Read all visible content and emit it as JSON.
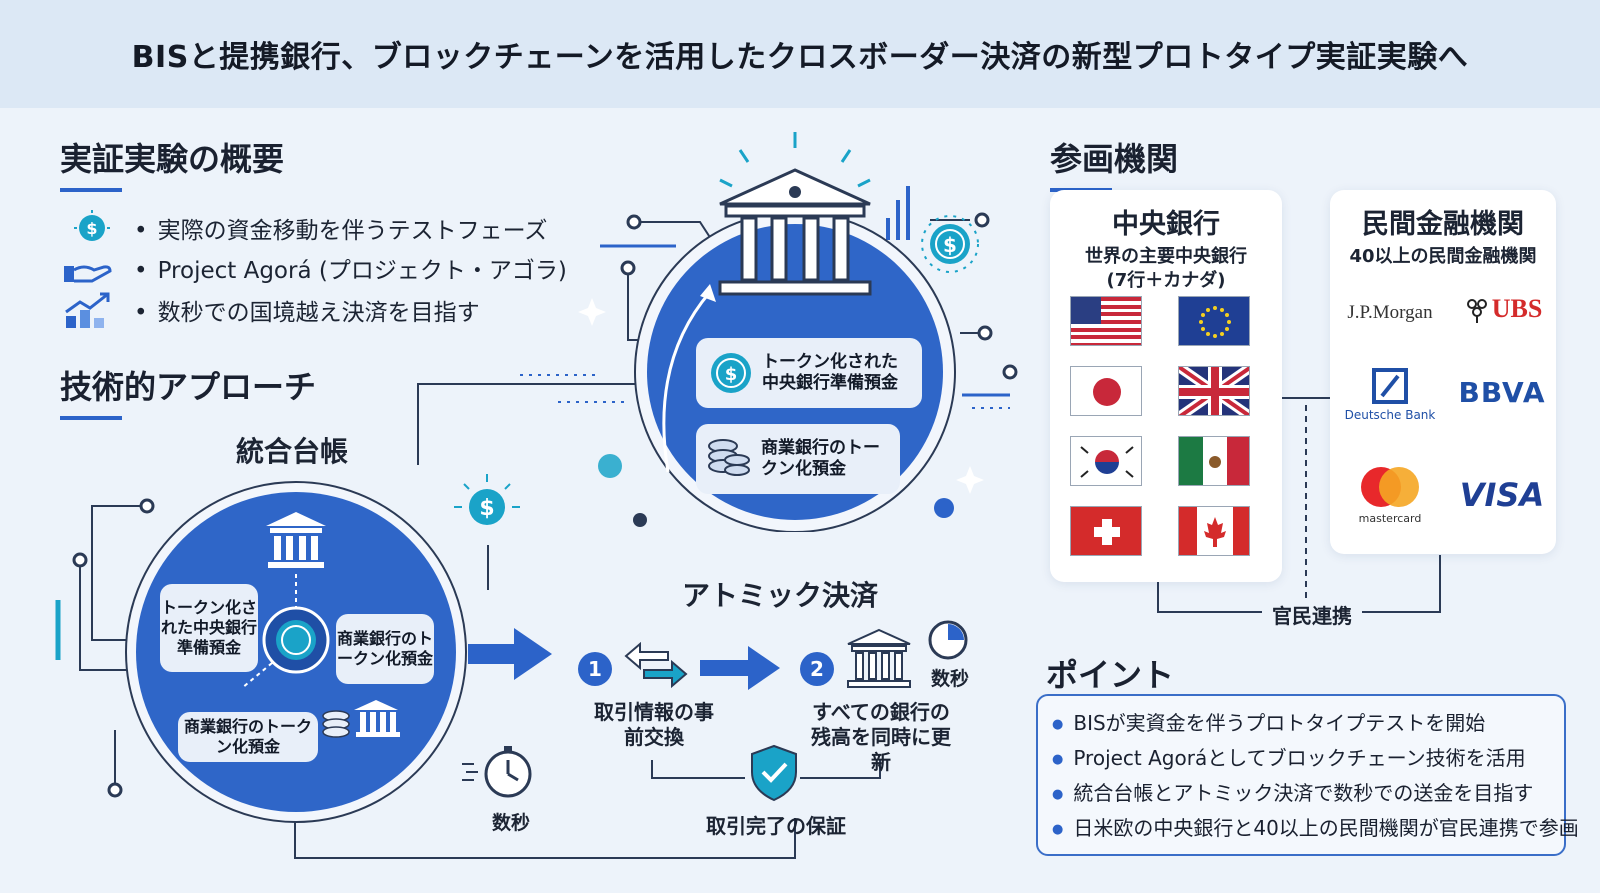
{
  "title": "BISと提携銀行、ブロックチェーンを活用したクロスボーダー決済の新型プロトタイプ実証実験へ",
  "overview": {
    "heading": "実証実験の概要",
    "items": [
      {
        "icon": "dollar-coin-hand-icon",
        "text": "実際の資金移動を伴うテストフェーズ"
      },
      {
        "icon": "hand-icon",
        "text": "Project Agorá (プロジェクト・アゴラ)"
      },
      {
        "icon": "rising-chart-icon",
        "text": "数秒での国境越え決済を目指す"
      }
    ]
  },
  "tech": {
    "heading": "技術的アプローチ",
    "ledger_label": "統合台帳",
    "ledger_items": {
      "reserve": "トークン化された中央銀行準備預金",
      "commercial_right": "商業銀行のトークン化預金",
      "commercial_bottom": "商業銀行のトークン化預金"
    },
    "top_circle": {
      "reserve": "トークン化された中央銀行準備預金",
      "commercial": "商業銀行のトークン化預金"
    }
  },
  "atomic": {
    "heading": "アトミック決済",
    "step1_num": "1",
    "step1_label": "取引情報の事前交換",
    "step2_num": "2",
    "step2_label": "すべての銀行の残高を同時に更新",
    "seconds_a": "数秒",
    "seconds_b": "数秒",
    "guarantee": "取引完了の保証"
  },
  "participants": {
    "heading": "参画機関",
    "central": {
      "title": "中央銀行",
      "subtitle1": "世界の主要中央銀行",
      "subtitle2": "(7行＋カナダ)",
      "flags": [
        "us",
        "eu",
        "jp",
        "uk",
        "kr",
        "mx",
        "ch",
        "ca"
      ]
    },
    "private": {
      "title": "民間金融機関",
      "subtitle": "40以上の民間金融機関",
      "logos": {
        "jpmorgan": "J.P.Morgan",
        "ubs": "UBS",
        "deutsche": "Deutsche Bank",
        "bbva": "BBVA",
        "mastercard": "mastercard",
        "visa": "VISA"
      }
    },
    "link_label": "官民連携"
  },
  "points": {
    "heading": "ポイント",
    "items": [
      "BISが実資金を伴うプロトタイプテストを開始",
      "Project Agoráとしてブロックチェーン技術を活用",
      "統合台帳とアトミック決済で数秒での送金を目指す",
      "日米欧の中央銀行と40以上の民間機関が官民連携で参画"
    ]
  },
  "colors": {
    "accent": "#2c63c9",
    "circle_fill": "#2f66c8",
    "teal": "#1aa3c8",
    "background": "#edf3fa"
  }
}
